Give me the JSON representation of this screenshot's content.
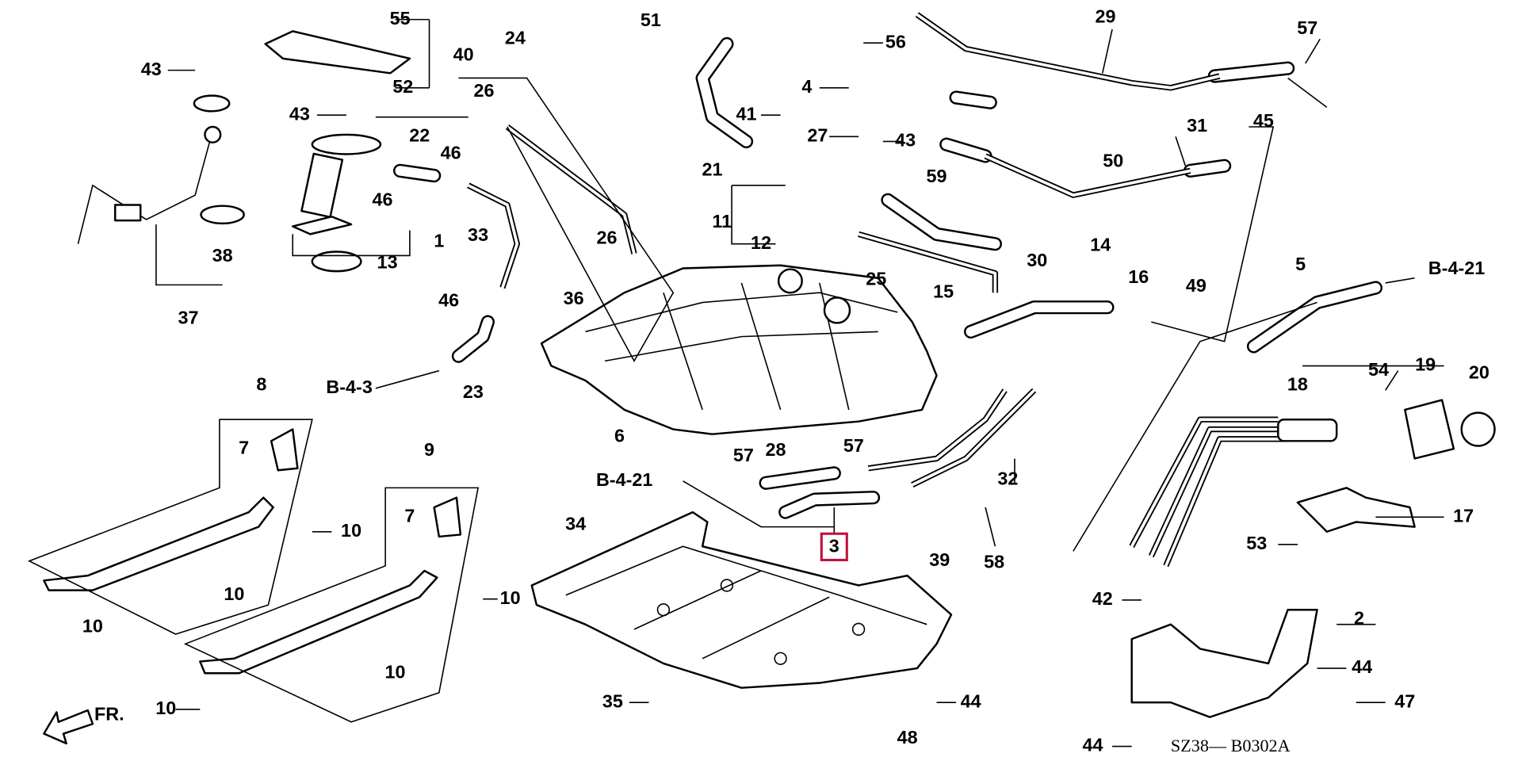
{
  "diagram": {
    "diagram_code": "SZ38— B0302A",
    "front_indicator": "FR.",
    "highlight_color": "#c0103a",
    "highlighted_part": "3",
    "refs": [
      "B-4-3",
      "B-4-21",
      "B-4-21"
    ],
    "callouts": [
      "55",
      "40",
      "52",
      "43",
      "43",
      "24",
      "26",
      "22",
      "46",
      "46",
      "1",
      "13",
      "38",
      "37",
      "33",
      "26",
      "36",
      "46",
      "23",
      "51",
      "21",
      "41",
      "56",
      "4",
      "27",
      "43",
      "59",
      "11",
      "12",
      "25",
      "29",
      "57",
      "31",
      "45",
      "50",
      "49",
      "30",
      "14",
      "15",
      "16",
      "5",
      "18",
      "54",
      "19",
      "20",
      "17",
      "53",
      "42",
      "2",
      "44",
      "47",
      "44",
      "6",
      "8",
      "7",
      "10",
      "10",
      "10",
      "9",
      "7",
      "10",
      "10",
      "10",
      "57",
      "28",
      "57",
      "3",
      "34",
      "32",
      "39",
      "58",
      "35",
      "48",
      "44"
    ]
  }
}
